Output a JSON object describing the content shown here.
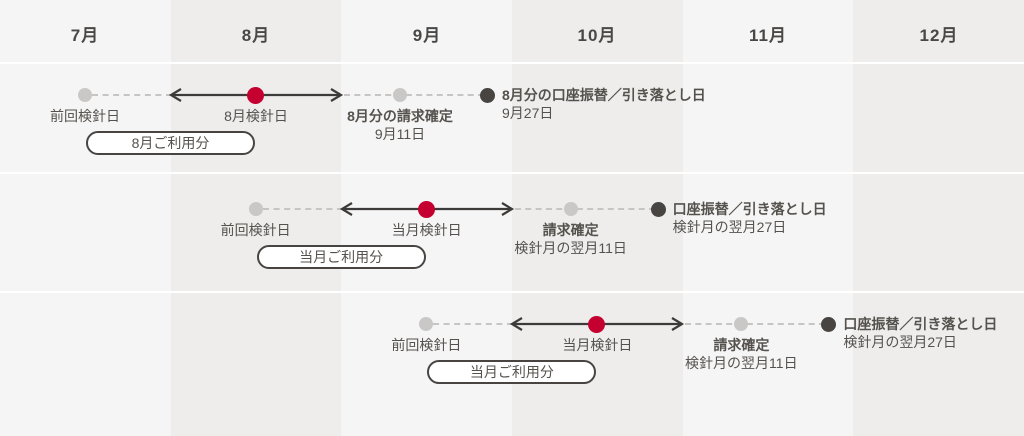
{
  "header": {
    "months": [
      "7月",
      "8月",
      "9月",
      "10月",
      "11月",
      "12月"
    ]
  },
  "rows": [
    {
      "prev_label": "前回検針日",
      "reading_label": "8月検針日",
      "billing_line1": "8月分の請求確定",
      "billing_line2": "9月11日",
      "debit_line1": "8月分の口座振替／引き落とし日",
      "debit_line2": "9月27日",
      "pill": "8月ご利用分"
    },
    {
      "prev_label": "前回検針日",
      "reading_label": "当月検針日",
      "billing_line1": "請求確定",
      "billing_line2": "検針月の翌月11日",
      "debit_line1": "口座振替／引き落とし日",
      "debit_line2": "検針月の翌月27日",
      "pill": "当月ご利用分"
    },
    {
      "prev_label": "前回検針日",
      "reading_label": "当月検針日",
      "billing_line1": "請求確定",
      "billing_line2": "検針月の翌月11日",
      "debit_line1": "口座振替／引き落とし日",
      "debit_line2": "検針月の翌月27日",
      "pill": "当月ご利用分"
    }
  ],
  "colors": {
    "stripe_light": "#f6f5f5",
    "stripe_dark": "#eeedec",
    "divider": "#ffffff",
    "month_text": "#4a4846",
    "label_text": "#55524e",
    "gray_dot": "#c9c8c6",
    "red_dot": "#c50030",
    "dark_dot": "#474441",
    "dashed_line": "#c6c5c3",
    "arrow_line": "#3d3b39",
    "pill_bg": "#ffffff",
    "pill_border": "#474441"
  }
}
